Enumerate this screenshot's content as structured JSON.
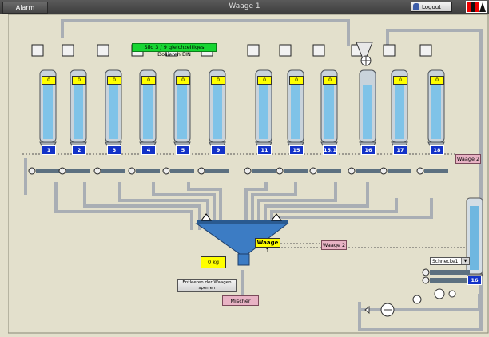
{
  "window": {
    "title": "Waage 1",
    "alarm_label": "Alarm",
    "logout_label": "Logout"
  },
  "status_text": "Silo 3 / 9 gleichzeitiges Dosieren EIN",
  "silos": [
    {
      "id": "1",
      "level": "0"
    },
    {
      "id": "2",
      "level": "0"
    },
    {
      "id": "3",
      "level": "0"
    },
    {
      "id": "4",
      "level": "0"
    },
    {
      "id": "5",
      "level": "0"
    },
    {
      "id": "9",
      "level": "0"
    },
    {
      "id": "11",
      "level": "0"
    },
    {
      "id": "15",
      "level": "0"
    },
    {
      "id": "15.1",
      "level": "0"
    },
    {
      "id": "16",
      "level": ""
    },
    {
      "id": "17",
      "level": "0"
    },
    {
      "id": "18",
      "level": "0"
    }
  ],
  "scale": {
    "label": "Waage 1",
    "weight": "0 kg",
    "empty_button_label": "Entleeren der Waagen sperren"
  },
  "links": {
    "waage2_top": "Waage 2",
    "waage2_mid": "Waage 2",
    "mixer": "Mischer"
  },
  "screw_selector": {
    "value": "Schnecke1",
    "silo_label": "16"
  },
  "colors": {
    "background": "#e3e0cc",
    "silo_blue": "#1232c8",
    "status_green": "#17d632",
    "value_yellow": "#ffff00",
    "link_pink": "#e8b3c4"
  }
}
